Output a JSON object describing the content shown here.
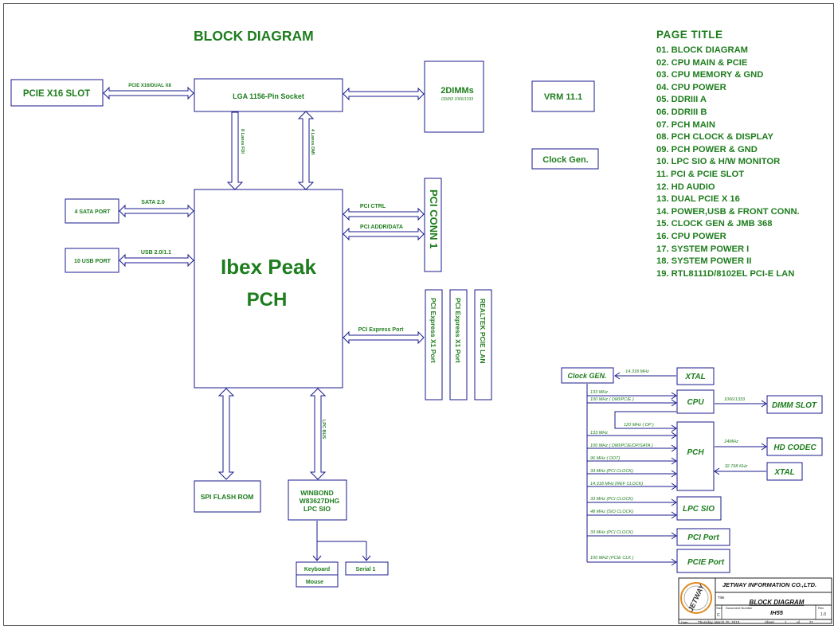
{
  "title": "BLOCK DIAGRAM",
  "toc": {
    "heading": "PAGE  TITLE",
    "items": [
      "01. BLOCK DIAGRAM",
      "02. CPU MAIN & PCIE",
      "03. CPU MEMORY & GND",
      "04. CPU POWER",
      "05. DDRIII A",
      "06. DDRIII B",
      "07. PCH MAIN",
      "08. PCH CLOCK & DISPLAY",
      "09. PCH POWER & GND",
      "10. LPC SIO & H/W MONITOR",
      "11. PCI & PCIE  SLOT",
      "12. HD AUDIO",
      "13. DUAL PCIE X 16",
      "14. POWER,USB & FRONT CONN.",
      "15. CLOCK GEN & JMB 368",
      "16. CPU  POWER",
      "17. SYSTEM POWER I",
      "18. SYSTEM POWER II",
      "19. RTL8111D/8102EL PCI-E LAN"
    ]
  },
  "blocks": {
    "pcie_slot": "PCIE X16 SLOT",
    "cpu_socket": "LGA 1156-Pin Socket",
    "dimms": "2DIMMs",
    "dimms_sub": "DDRIII 1066/1333",
    "vrm": "VRM 11.1",
    "clock_gen": "Clock Gen.",
    "sata_port": "4 SATA PORT",
    "usb_port": "10 USB PORT",
    "pch_line1": "Ibex Peak",
    "pch_line2": "PCH",
    "pci_conn": "PCI CONN 1",
    "pcie_x1_a": "PCI Express X1 Port",
    "pcie_x1_b": "PCI Express X1 Port",
    "realtek_lan": "REALTEK PCIE LAN",
    "spi_flash": "SPI FLASH ROM",
    "sio_line1": "WINBOND",
    "sio_line2": "W83627DHG",
    "sio_line3": "LPC SIO",
    "keyboard": "Keyboard",
    "mouse": "Mouse",
    "serial": "Serial 1"
  },
  "links": {
    "pcie_x16": "PCIE X16/DUAL X8",
    "fdi": "8 Lanes FDI",
    "dmi": "4 Lanes DMI",
    "sata": "SATA 2.0",
    "usb": "USB 2.0/1.1",
    "pci_ctrl": "PCI CTRL",
    "pci_addr": "PCI ADDR/DATA",
    "pcie_port": "PCI Express  Port",
    "lpc_bus": "LPC BUS"
  },
  "clock_tree": {
    "clock_gen": "Clock GEN.",
    "xtal": "XTAL",
    "xtal_freq": "14.318 MHz",
    "cpu": "CPU",
    "dimm_slot": "DIMM SLOT",
    "dimm_freq": "1066/1333",
    "pch": "PCH",
    "hd_codec": "HD CODEC",
    "codec_freq": "24MHz",
    "rtc_xtal": "XTAL",
    "rtc_freq": "32.768 KHz",
    "lpc_sio": "LPC SIO",
    "pci_port": "PCI Port",
    "pcie_port": "PCIE Port",
    "cpu_clk_1": "133 MHz",
    "cpu_clk_2": "100 MHz ( DMI/PCIE )",
    "dp_clk": "120 MHz ( DP )",
    "pch_clk_1": "133 MHz",
    "pch_clk_2": "100 MHz ( DMI/PCIE/DP/SATA )",
    "pch_clk_3": "96 MHz ( DOT)",
    "pch_clk_4": "33 MHz (PCI CLOCK)",
    "pch_clk_5": "14.318 MHz (REF CLOCK)",
    "sio_clk_1": "33 MHz (PCI CLOCK)",
    "sio_clk_2": "48 MHz (SIO CLOCK)",
    "pci_clk": "33 MHz (PCI CLOCK)",
    "pcie_clk": "100 MHZ (PCIE CLK )"
  },
  "title_block": {
    "company": "JETWAY INFORMATION CO.,LTD.",
    "logo_text": "JETWAY",
    "title_label": "Title",
    "title": "BLOCK DIAGRAM",
    "size_label": "Size",
    "size": "C",
    "doc_label": "Document Number",
    "doc_number": "IH55",
    "rev_label": "Rev",
    "rev": "1.0",
    "date_label": "Date:",
    "date": "Thursday, March 25, 2010",
    "sheet_label": "Sheet",
    "sheet": "1",
    "of_label": "of",
    "sheets": "21"
  },
  "colors": {
    "text_green": "#1e7d1e",
    "line_blue": "#1a1a8c"
  }
}
